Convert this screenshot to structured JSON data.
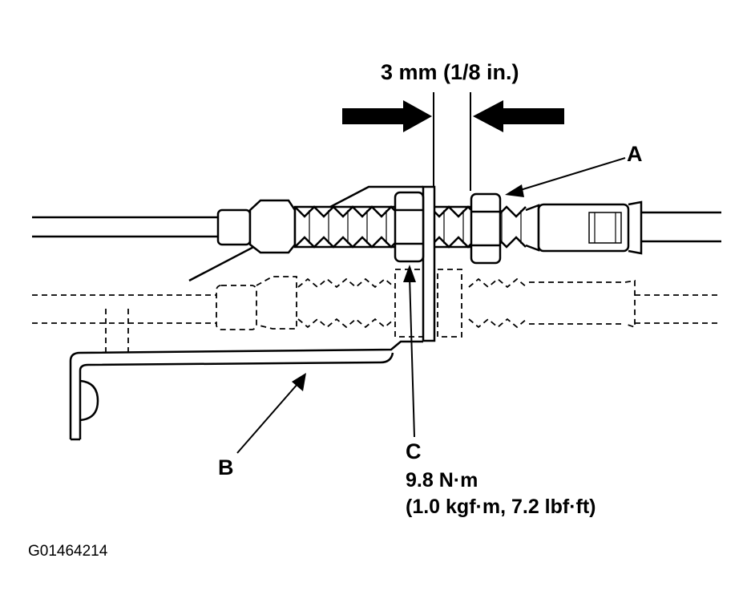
{
  "dimension": {
    "text": "3 mm (1/8 in.)"
  },
  "callouts": {
    "a": "A",
    "b": "B",
    "c": "C"
  },
  "torque": {
    "metric": "9.8 N·m",
    "imperial": "(1.0 kgf·m, 7.2 lbf·ft)"
  },
  "figure_id": "G01464214",
  "colors": {
    "ink": "#000000",
    "paper": "#ffffff"
  }
}
